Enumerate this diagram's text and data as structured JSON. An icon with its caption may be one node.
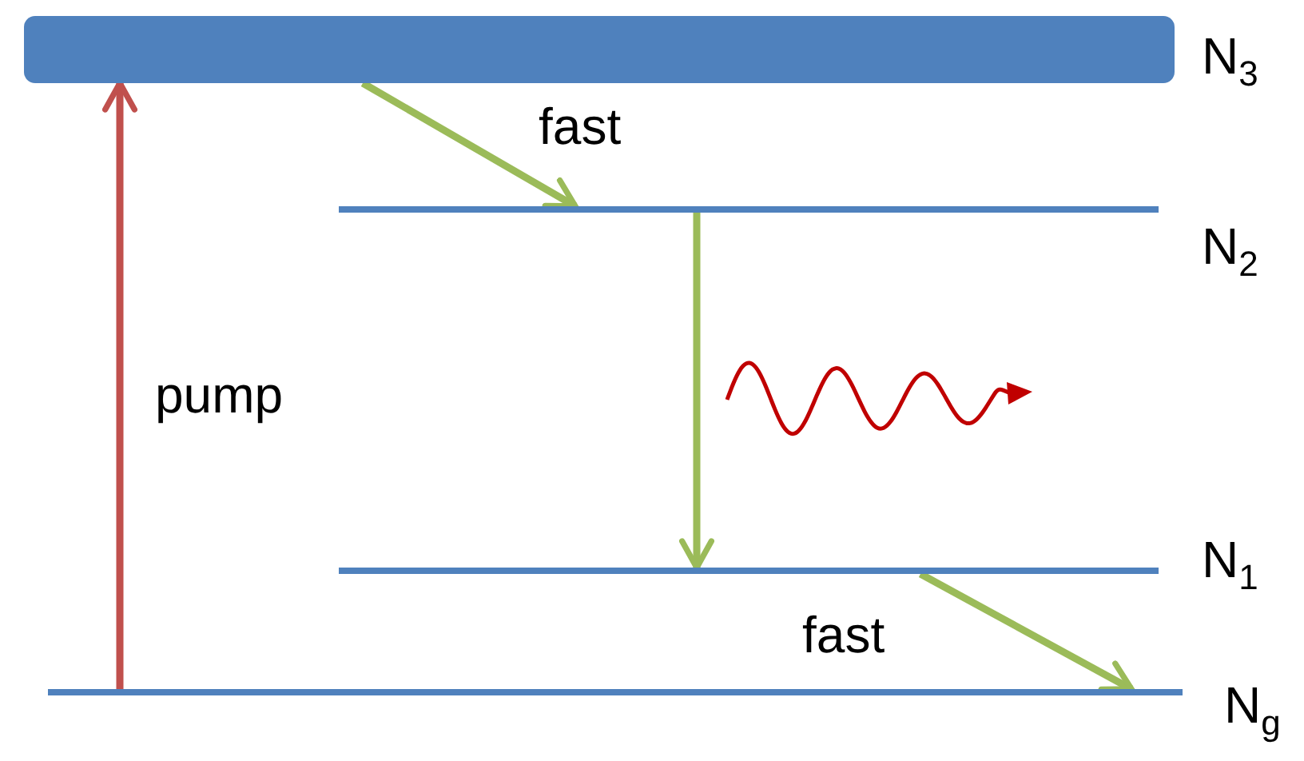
{
  "diagram": {
    "nodes": [
      {
        "text": [],
        "shape": "bar",
        "beside": [
          "N$_{3}$"
        ]
      },
      {
        "text": [],
        "shape": "bar",
        "beside": [
          "N$_{2}$"
        ]
      },
      {
        "text": [],
        "shape": "bar",
        "beside": [
          "N$_{1}$"
        ]
      },
      {
        "text": [],
        "shape": "bar",
        "beside": [
          "N$_{g}$"
        ]
      }
    ],
    "edges": [
      {
        "from": 3,
        "to": 0,
        "arrow": "to",
        "label": "pump",
        "color": "#c0504d"
      },
      {
        "from": 0,
        "to": 1,
        "arrow": "to",
        "label": "fast"
      },
      {
        "from": 1,
        "to": 2,
        "arrow": "to"
      },
      {
        "from": 2,
        "to": 3,
        "arrow": "to",
        "label": "fast"
      }
    ]
  }
}
